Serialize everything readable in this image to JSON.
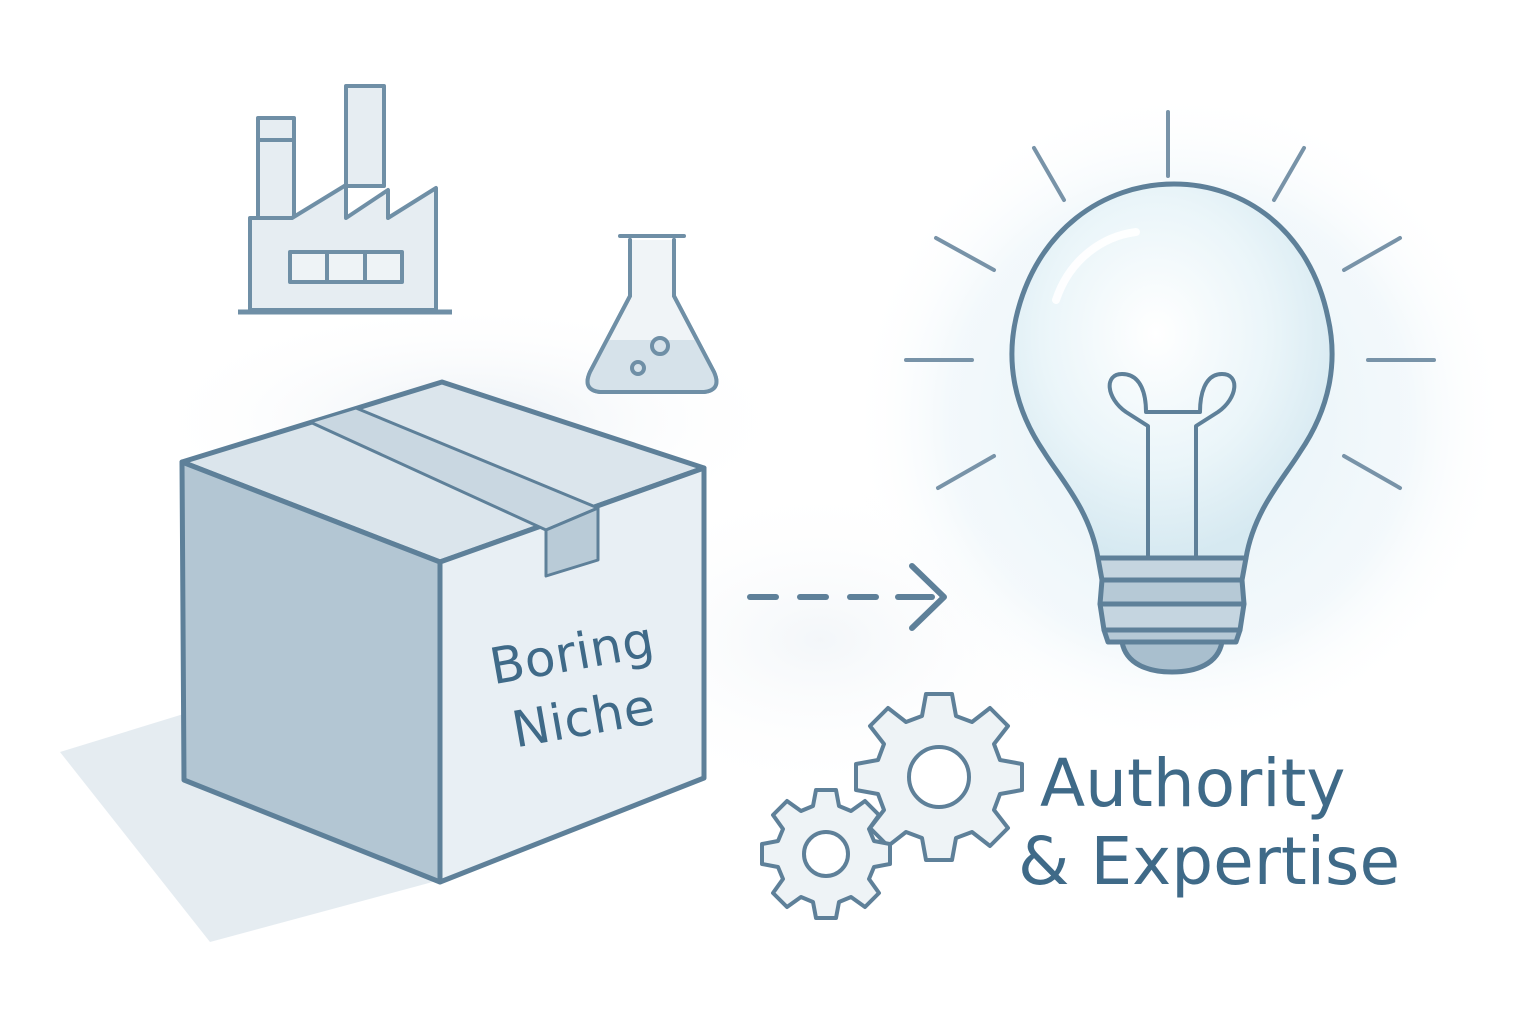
{
  "box": {
    "line1": "Boring",
    "line2": "Niche"
  },
  "caption": {
    "line1": "Authority",
    "line2": "& Expertise"
  },
  "icons": {
    "factory": "factory-icon",
    "flask": "flask-icon",
    "box": "box-icon",
    "arrow": "dashed-arrow-icon",
    "bulb": "lightbulb-icon",
    "gears": "gears-icon"
  },
  "colors": {
    "stroke": "#5e8099",
    "text": "#3f6a88",
    "box_front": "#e8eff4",
    "box_side": "#b3c6d3",
    "box_top": "#dbe5ec",
    "tape": "#c9d7e1",
    "bulb_glow": "#e3f1f7",
    "shadow": "#e5ecf1"
  }
}
